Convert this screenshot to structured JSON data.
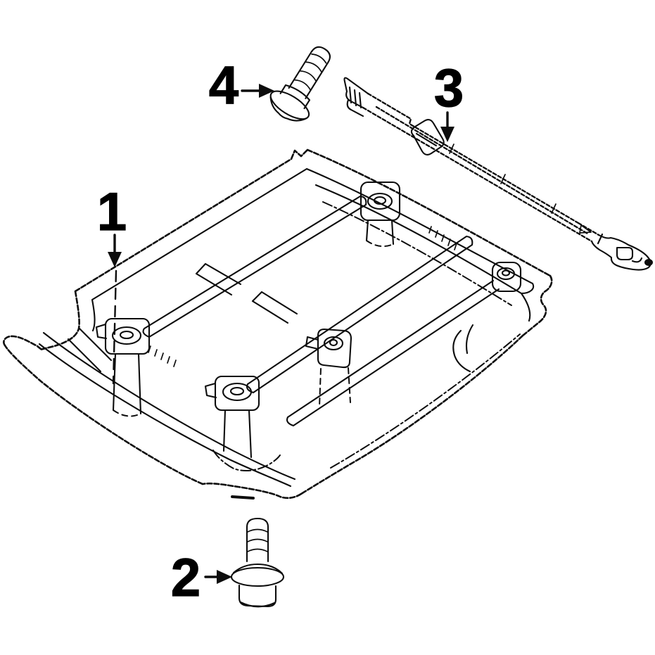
{
  "page": {
    "background_color": "#ffffff",
    "line_color": "#0d0d0d",
    "description": "Black-and-white exploded parts line diagram of a vehicle under-cover / skid plate with fasteners and support rail"
  },
  "diagram": {
    "type": "exploded-parts-line-drawing",
    "callouts": [
      {
        "label": "1",
        "part": "under-cover-panel",
        "arrow_direction": "down"
      },
      {
        "label": "2",
        "part": "flange-bolt-lower",
        "arrow_direction": "right"
      },
      {
        "label": "3",
        "part": "support-rail-bracket",
        "arrow_direction": "down"
      },
      {
        "label": "4",
        "part": "flange-bolt-upper",
        "arrow_direction": "right"
      }
    ]
  }
}
